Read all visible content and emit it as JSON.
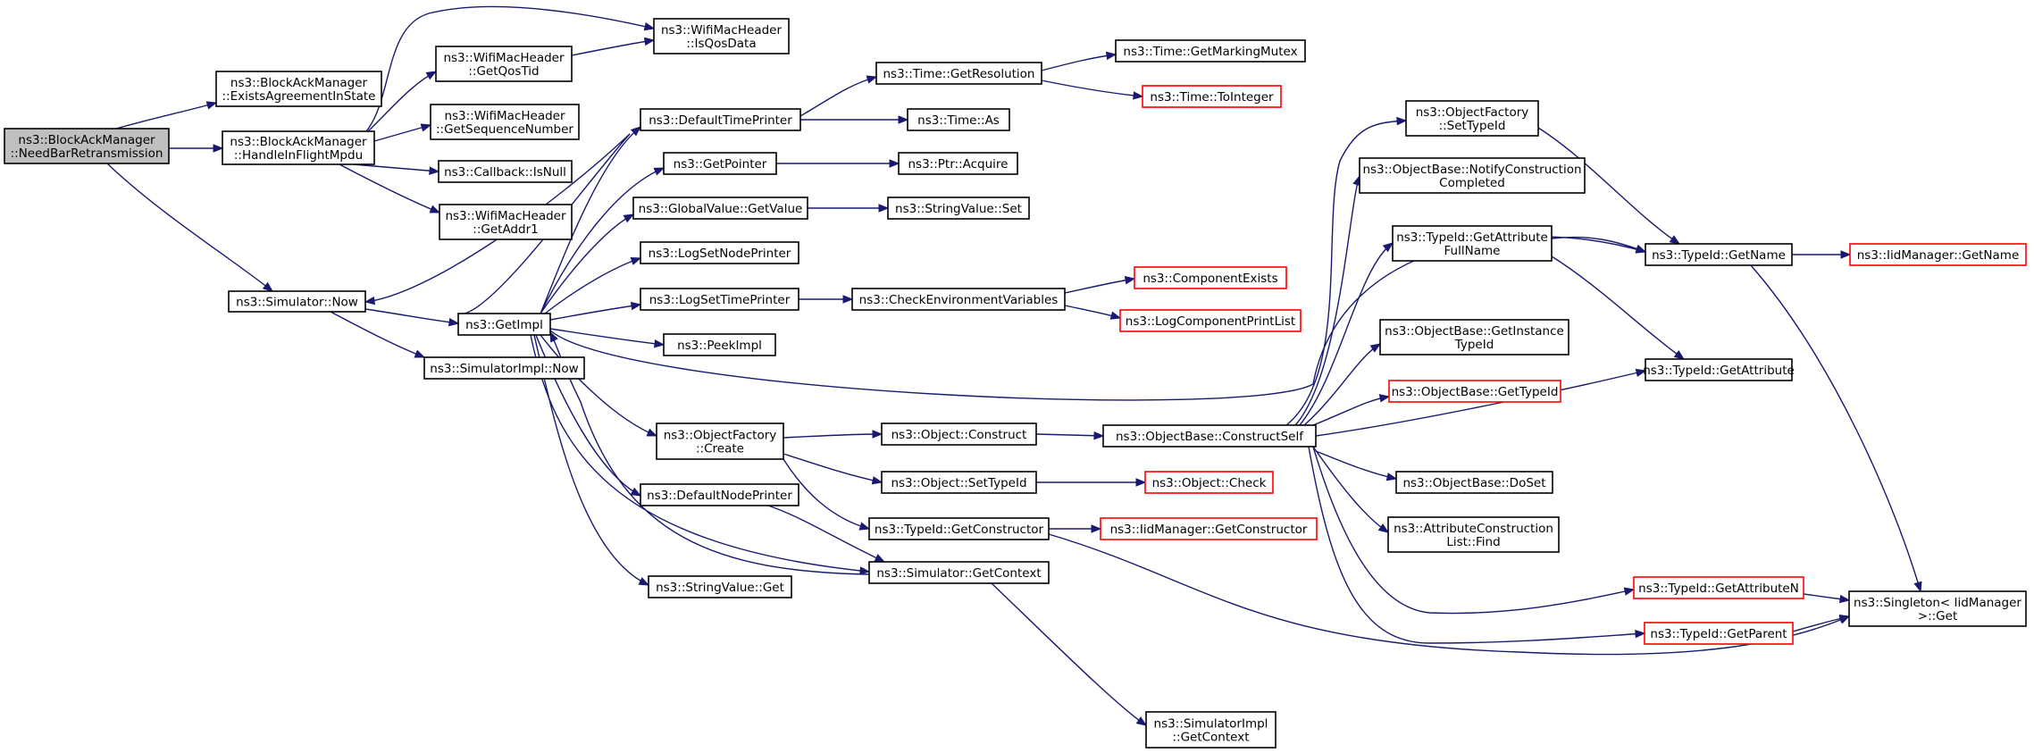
{
  "graph": {
    "nodes": [
      {
        "id": "n0",
        "lines": [
          "ns3::BlockAckManager",
          "::NeedBarRetransmission"
        ],
        "style": "root"
      },
      {
        "id": "n1",
        "lines": [
          "ns3::BlockAckManager",
          "::ExistsAgreementInState"
        ]
      },
      {
        "id": "n2",
        "lines": [
          "ns3::BlockAckManager",
          "::HandleInFlightMpdu"
        ]
      },
      {
        "id": "n3",
        "lines": [
          "ns3::Simulator::Now"
        ]
      },
      {
        "id": "n4",
        "lines": [
          "ns3::WifiMacHeader",
          "::IsQosData"
        ]
      },
      {
        "id": "n5",
        "lines": [
          "ns3::WifiMacHeader",
          "::GetQosTid"
        ]
      },
      {
        "id": "n6",
        "lines": [
          "ns3::WifiMacHeader",
          "::GetSequenceNumber"
        ]
      },
      {
        "id": "n7",
        "lines": [
          "ns3::Callback::IsNull"
        ]
      },
      {
        "id": "n8",
        "lines": [
          "ns3::WifiMacHeader",
          "::GetAddr1"
        ]
      },
      {
        "id": "n9",
        "lines": [
          "ns3::GetImpl"
        ]
      },
      {
        "id": "n10",
        "lines": [
          "ns3::SimulatorImpl::Now"
        ]
      },
      {
        "id": "n11",
        "lines": [
          "ns3::DefaultTimePrinter"
        ]
      },
      {
        "id": "n12",
        "lines": [
          "ns3::GetPointer"
        ]
      },
      {
        "id": "n13",
        "lines": [
          "ns3::GlobalValue::GetValue"
        ]
      },
      {
        "id": "n14",
        "lines": [
          "ns3::LogSetNodePrinter"
        ]
      },
      {
        "id": "n15",
        "lines": [
          "ns3::LogSetTimePrinter"
        ]
      },
      {
        "id": "n16",
        "lines": [
          "ns3::PeekImpl"
        ]
      },
      {
        "id": "n17",
        "lines": [
          "ns3::ObjectFactory",
          "::Create"
        ]
      },
      {
        "id": "n18",
        "lines": [
          "ns3::DefaultNodePrinter"
        ]
      },
      {
        "id": "n19",
        "lines": [
          "ns3::StringValue::Get"
        ]
      },
      {
        "id": "n20",
        "lines": [
          "ns3::Simulator::GetContext"
        ]
      },
      {
        "id": "n21",
        "lines": [
          "ns3::Time::GetResolution"
        ]
      },
      {
        "id": "n22",
        "lines": [
          "ns3::Time::As"
        ]
      },
      {
        "id": "n23",
        "lines": [
          "ns3::Ptr::Acquire"
        ]
      },
      {
        "id": "n24",
        "lines": [
          "ns3::StringValue::Set"
        ]
      },
      {
        "id": "n25",
        "lines": [
          "ns3::CheckEnvironmentVariables"
        ]
      },
      {
        "id": "n26",
        "lines": [
          "ns3::Object::Construct"
        ]
      },
      {
        "id": "n27",
        "lines": [
          "ns3::Object::SetTypeId"
        ]
      },
      {
        "id": "n28",
        "lines": [
          "ns3::TypeId::GetConstructor"
        ]
      },
      {
        "id": "n29",
        "lines": [
          "ns3::SimulatorImpl",
          "::GetContext"
        ]
      },
      {
        "id": "n30",
        "lines": [
          "ns3::Time::GetMarkingMutex"
        ]
      },
      {
        "id": "n31",
        "lines": [
          "ns3::Time::ToInteger"
        ],
        "style": "red"
      },
      {
        "id": "n32",
        "lines": [
          "ns3::ComponentExists"
        ],
        "style": "red"
      },
      {
        "id": "n33",
        "lines": [
          "ns3::LogComponentPrintList"
        ],
        "style": "red"
      },
      {
        "id": "n34",
        "lines": [
          "ns3::ObjectBase::ConstructSelf"
        ]
      },
      {
        "id": "n35",
        "lines": [
          "ns3::Object::Check"
        ],
        "style": "red"
      },
      {
        "id": "n36",
        "lines": [
          "ns3::IidManager::GetConstructor"
        ],
        "style": "red"
      },
      {
        "id": "n37",
        "lines": [
          "ns3::ObjectFactory",
          "::SetTypeId"
        ]
      },
      {
        "id": "n38",
        "lines": [
          "ns3::ObjectBase::NotifyConstruction",
          "Completed"
        ]
      },
      {
        "id": "n39",
        "lines": [
          "ns3::TypeId::GetAttribute",
          "FullName"
        ]
      },
      {
        "id": "n40",
        "lines": [
          "ns3::ObjectBase::GetInstance",
          "TypeId"
        ]
      },
      {
        "id": "n41",
        "lines": [
          "ns3::ObjectBase::GetTypeId"
        ],
        "style": "red"
      },
      {
        "id": "n42",
        "lines": [
          "ns3::ObjectBase::DoSet"
        ]
      },
      {
        "id": "n43",
        "lines": [
          "ns3::AttributeConstruction",
          "List::Find"
        ]
      },
      {
        "id": "n44",
        "lines": [
          "ns3::TypeId::GetAttributeN"
        ],
        "style": "red"
      },
      {
        "id": "n45",
        "lines": [
          "ns3::TypeId::GetParent"
        ],
        "style": "red"
      },
      {
        "id": "n46",
        "lines": [
          "ns3::TypeId::GetName"
        ]
      },
      {
        "id": "n47",
        "lines": [
          "ns3::TypeId::GetAttribute"
        ]
      },
      {
        "id": "n48",
        "lines": [
          "ns3::Singleton< IidManager",
          " >::Get"
        ]
      },
      {
        "id": "n49",
        "lines": [
          "ns3::IidManager::GetName"
        ],
        "style": "red"
      }
    ],
    "edges": [
      [
        "n0",
        "n1"
      ],
      [
        "n0",
        "n2"
      ],
      [
        "n0",
        "n3"
      ],
      [
        "n2",
        "n4"
      ],
      [
        "n2",
        "n5"
      ],
      [
        "n2",
        "n6"
      ],
      [
        "n2",
        "n7"
      ],
      [
        "n2",
        "n8"
      ],
      [
        "n5",
        "n4"
      ],
      [
        "n3",
        "n9"
      ],
      [
        "n3",
        "n10"
      ],
      [
        "n9",
        "n3"
      ],
      [
        "n9",
        "n11"
      ],
      [
        "n9",
        "n12"
      ],
      [
        "n9",
        "n13"
      ],
      [
        "n9",
        "n14"
      ],
      [
        "n9",
        "n15"
      ],
      [
        "n9",
        "n16"
      ],
      [
        "n9",
        "n17"
      ],
      [
        "n9",
        "n18"
      ],
      [
        "n9",
        "n19"
      ],
      [
        "n9",
        "n20"
      ],
      [
        "n9",
        "n46"
      ],
      [
        "n11",
        "n21"
      ],
      [
        "n11",
        "n22"
      ],
      [
        "n21",
        "n30"
      ],
      [
        "n21",
        "n31"
      ],
      [
        "n12",
        "n23"
      ],
      [
        "n13",
        "n24"
      ],
      [
        "n15",
        "n25"
      ],
      [
        "n25",
        "n32"
      ],
      [
        "n25",
        "n33"
      ],
      [
        "n17",
        "n26"
      ],
      [
        "n17",
        "n27"
      ],
      [
        "n17",
        "n28"
      ],
      [
        "n18",
        "n20"
      ],
      [
        "n20",
        "n9"
      ],
      [
        "n20",
        "n29"
      ],
      [
        "n26",
        "n34"
      ],
      [
        "n27",
        "n35"
      ],
      [
        "n28",
        "n36"
      ],
      [
        "n28",
        "n48"
      ],
      [
        "n34",
        "n37"
      ],
      [
        "n34",
        "n38"
      ],
      [
        "n34",
        "n39"
      ],
      [
        "n34",
        "n40"
      ],
      [
        "n34",
        "n41"
      ],
      [
        "n34",
        "n42"
      ],
      [
        "n34",
        "n43"
      ],
      [
        "n34",
        "n44"
      ],
      [
        "n34",
        "n45"
      ],
      [
        "n34",
        "n47"
      ],
      [
        "n37",
        "n46"
      ],
      [
        "n39",
        "n46"
      ],
      [
        "n39",
        "n47"
      ],
      [
        "n44",
        "n48"
      ],
      [
        "n45",
        "n48"
      ],
      [
        "n46",
        "n48"
      ],
      [
        "n46",
        "n49"
      ]
    ]
  }
}
